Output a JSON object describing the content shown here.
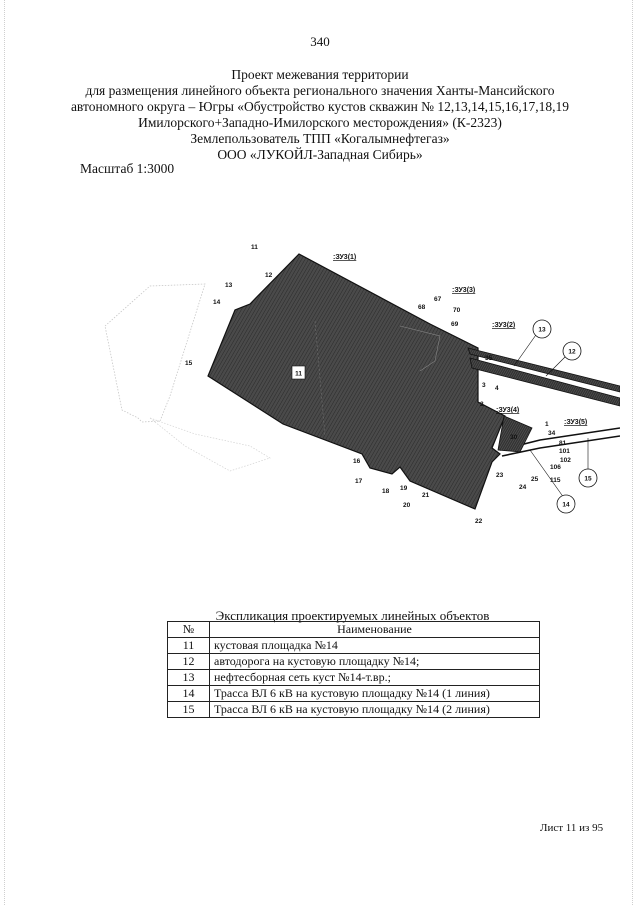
{
  "page_number": "340",
  "title_lines": [
    "Проект межевания территории",
    "для размещения линейного объекта регионального значения Ханты-Мансийского",
    "автономного округа – Югры «Обустройство кустов скважин № 12,13,14,15,16,17,18,19",
    "Имилорского+Западно-Имилорского месторождения» (К-2323)",
    "Землепользователь ТПП «Когалымнефтегаз»",
    "ООО «ЛУКОЙЛ-Западная Сибирь»"
  ],
  "scale": "Масштаб 1:3000",
  "map": {
    "zone_labels": [
      ":ЗУ3(1)",
      ":ЗУ3(3)",
      ":ЗУ3(2)",
      ":ЗУ3(4)",
      ":ЗУ3(5)"
    ],
    "center_label": "11",
    "circle_labels": [
      "13",
      "12",
      "15",
      "14"
    ],
    "point_labels": [
      "11",
      "12",
      "13",
      "14",
      "15",
      "68",
      "67",
      "70",
      "69",
      "1",
      "2",
      "3",
      "4",
      "34",
      "81",
      "101",
      "102",
      "106",
      "115",
      "25",
      "24",
      "23",
      "16",
      "17",
      "18",
      "19",
      "20",
      "21",
      "22",
      "30",
      "35"
    ]
  },
  "table": {
    "caption": "Экспликация проектируемых линейных объектов",
    "headers": [
      "№",
      "Наименование"
    ],
    "rows": [
      {
        "num": "11",
        "name": "кустовая площадка №14"
      },
      {
        "num": "12",
        "name": "автодорога на кустовую площадку №14;"
      },
      {
        "num": "13",
        "name": "нефтесборная сеть куст №14-т.вр.;"
      },
      {
        "num": "14",
        "name": "Трасса ВЛ 6 кВ на кустовую площадку №14 (1 линия)"
      },
      {
        "num": "15",
        "name": "Трасса ВЛ 6 кВ на кустовую площадку №14 (2 линия)"
      }
    ]
  },
  "sheet_label": "Лист  11 из 95",
  "colors": {
    "parcel_fill": "#4a4a4a",
    "hatch": "#2a2a2a",
    "outline": "#111111"
  }
}
